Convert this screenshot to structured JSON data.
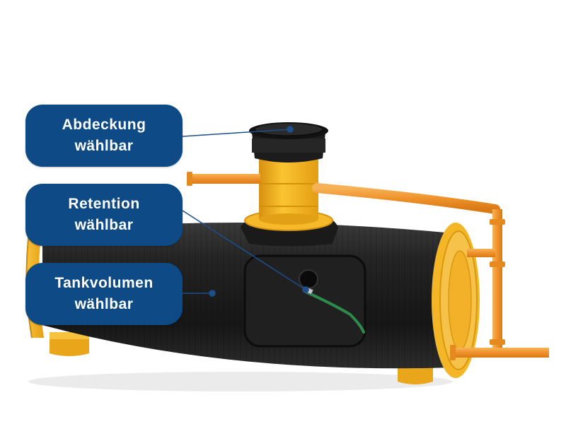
{
  "colors": {
    "label_bg": "#0d4a86",
    "tank_black": "#1d1d1d",
    "end_cap_yellow": "#f2b21c",
    "pipe_orange": "#f29a2e",
    "green_cable": "#2c8a4a"
  },
  "labels": [
    {
      "line1": "Abdeckung",
      "line2": "wählbar"
    },
    {
      "line1": "Retention",
      "line2": "wählbar"
    },
    {
      "line1": "Tankvolumen",
      "line2": "wählbar"
    }
  ]
}
